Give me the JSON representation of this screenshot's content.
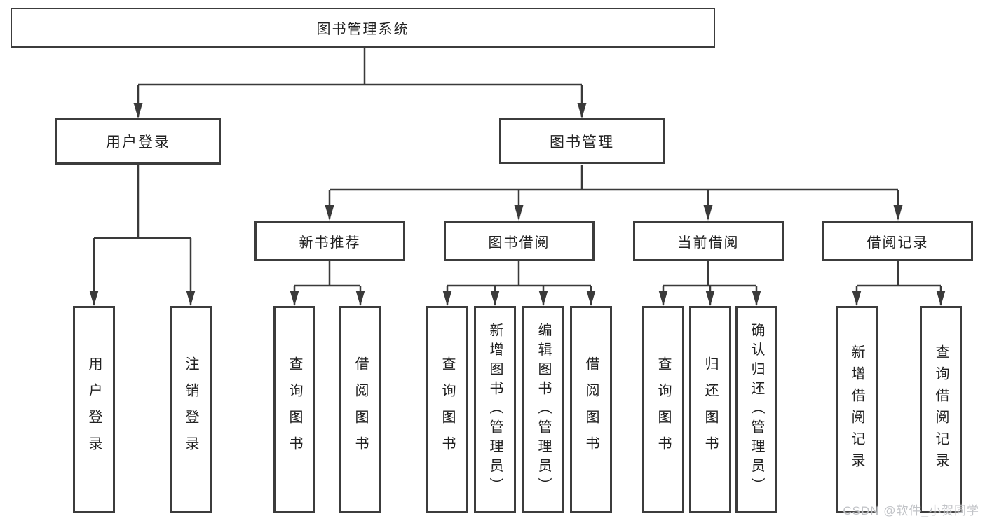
{
  "tree": {
    "root": "图书管理系统",
    "level2": [
      {
        "label": "用户登录",
        "leaves": [
          "用户登录",
          "注销登录"
        ]
      },
      {
        "label": "图书管理",
        "groups": [
          {
            "label": "新书推荐",
            "leaves": [
              "查询图书",
              "借阅图书"
            ]
          },
          {
            "label": "图书借阅",
            "leaves": [
              "查询图书",
              "新增图书（管理员）",
              "编辑图书（管理员）",
              "借阅图书"
            ]
          },
          {
            "label": "当前借阅",
            "leaves": [
              "查询图书",
              "归还图书",
              "确认归还（管理员）"
            ]
          },
          {
            "label": "借阅记录",
            "leaves": [
              "新增借阅记录",
              "查询借阅记录"
            ]
          }
        ]
      }
    ]
  },
  "watermark": "CSDN @软件_小贺同学",
  "colors": {
    "line": "#3a3a3a",
    "box_border": "#3c3c3c",
    "text": "#212121",
    "watermark": "#bec0c4",
    "background": "#ffffff"
  }
}
